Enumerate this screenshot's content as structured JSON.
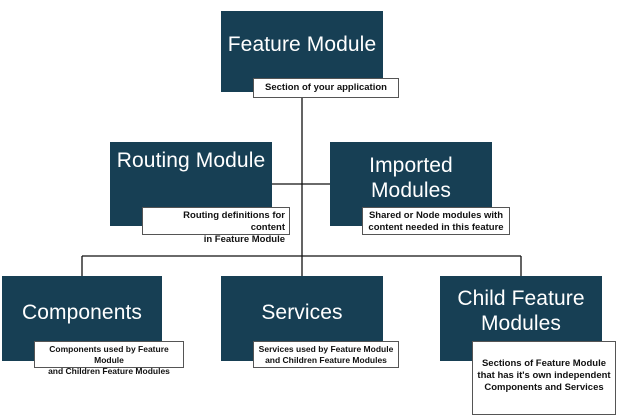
{
  "feature_module": {
    "title": "Feature Module",
    "caption": "Section of your application"
  },
  "routing_module": {
    "title": "Routing Module",
    "caption": "Routing definitions for content\nin Feature Module"
  },
  "imported_modules": {
    "title": "Imported\nModules",
    "caption": "Shared or Node modules with\ncontent needed in this feature"
  },
  "components": {
    "title": "Components",
    "caption": "Components used by Feature Module\nand Children Feature Modules"
  },
  "services": {
    "title": "Services",
    "caption": "Services used by Feature Module\nand Children Feature Modules"
  },
  "child_feature_modules": {
    "title": "Child Feature\nModules",
    "caption": "Sections of Feature Module\nthat has it's own independent\nComponents and Services"
  },
  "colors": {
    "box": "#173f54",
    "box_text": "#ffffff",
    "line": "#111111",
    "caption_border": "#555555"
  }
}
